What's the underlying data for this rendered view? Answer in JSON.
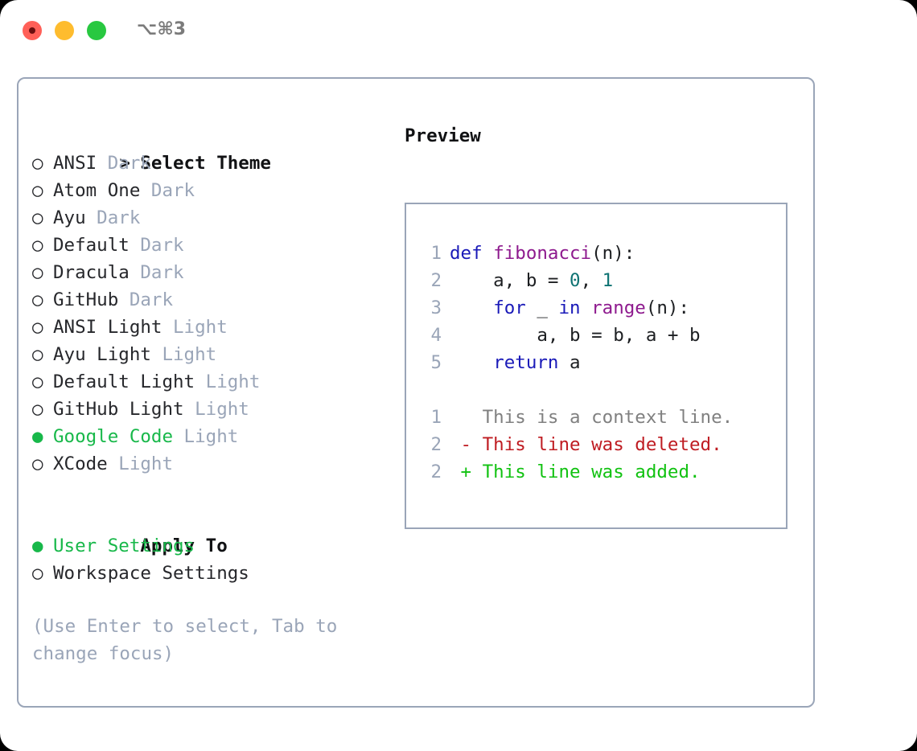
{
  "titlebar": {
    "shortcut": "⌥⌘3",
    "buttons": [
      "close",
      "minimize",
      "maximize"
    ]
  },
  "theme_panel": {
    "header": {
      "caret": ">",
      "title": "Select Theme"
    },
    "markers": {
      "unselected": "○",
      "selected": "●"
    },
    "items": [
      {
        "label": "ANSI",
        "suffix": "Dark",
        "selected": false
      },
      {
        "label": "Atom One",
        "suffix": "Dark",
        "selected": false
      },
      {
        "label": "Ayu",
        "suffix": "Dark",
        "selected": false
      },
      {
        "label": "Default",
        "suffix": "Dark",
        "selected": false
      },
      {
        "label": "Dracula",
        "suffix": "Dark",
        "selected": false
      },
      {
        "label": "GitHub",
        "suffix": "Dark",
        "selected": false
      },
      {
        "label": "ANSI Light",
        "suffix": "Light",
        "selected": false
      },
      {
        "label": "Ayu Light",
        "suffix": "Light",
        "selected": false
      },
      {
        "label": "Default Light",
        "suffix": "Light",
        "selected": false
      },
      {
        "label": "GitHub Light",
        "suffix": "Light",
        "selected": false
      },
      {
        "label": "Google Code",
        "suffix": "Light",
        "selected": true
      },
      {
        "label": "XCode",
        "suffix": "Light",
        "selected": false
      }
    ]
  },
  "apply_to": {
    "title": "Apply To",
    "options": [
      {
        "label": "User Settings",
        "selected": true
      },
      {
        "label": "Workspace Settings",
        "selected": false
      }
    ]
  },
  "hint": "(Use Enter to select, Tab to change focus)",
  "preview": {
    "title": "Preview",
    "code_lines": [
      {
        "n": "1",
        "tokens": [
          {
            "t": "def ",
            "c": "kw"
          },
          {
            "t": "fibonacci",
            "c": "fn"
          },
          {
            "t": "(n):",
            "c": "punc"
          }
        ]
      },
      {
        "n": "2",
        "tokens": [
          {
            "t": "    a, b = ",
            "c": "plain"
          },
          {
            "t": "0",
            "c": "num"
          },
          {
            "t": ", ",
            "c": "plain"
          },
          {
            "t": "1",
            "c": "num"
          }
        ]
      },
      {
        "n": "3",
        "tokens": [
          {
            "t": "    ",
            "c": "plain"
          },
          {
            "t": "for",
            "c": "kw"
          },
          {
            "t": " _ ",
            "c": "plain"
          },
          {
            "t": "in",
            "c": "kw"
          },
          {
            "t": " ",
            "c": "plain"
          },
          {
            "t": "range",
            "c": "fn"
          },
          {
            "t": "(n):",
            "c": "punc"
          }
        ]
      },
      {
        "n": "4",
        "tokens": [
          {
            "t": "        a, b = b, a + b",
            "c": "plain"
          }
        ]
      },
      {
        "n": "5",
        "tokens": [
          {
            "t": "    ",
            "c": "plain"
          },
          {
            "t": "return",
            "c": "kw"
          },
          {
            "t": " a",
            "c": "plain"
          }
        ]
      }
    ],
    "diff_lines": [
      {
        "n": "1",
        "sign": " ",
        "text": "This is a context line.",
        "kind": "context"
      },
      {
        "n": "2",
        "sign": "-",
        "text": "This line was deleted.",
        "kind": "deleted"
      },
      {
        "n": "2",
        "sign": "+",
        "text": "This line was added.",
        "kind": "added"
      }
    ]
  },
  "colors": {
    "accent_green": "#18B84A",
    "muted": "#9AA5B8",
    "border": "#9AA5B8",
    "keyword": "#1A1AB8",
    "function": "#8E1A8E",
    "number": "#0F7373",
    "diff_deleted": "#BF1C22",
    "diff_added": "#11C211",
    "diff_context": "#808080",
    "traffic_red": "#FF6058",
    "traffic_yellow": "#FEBC2E",
    "traffic_green": "#28C840"
  }
}
